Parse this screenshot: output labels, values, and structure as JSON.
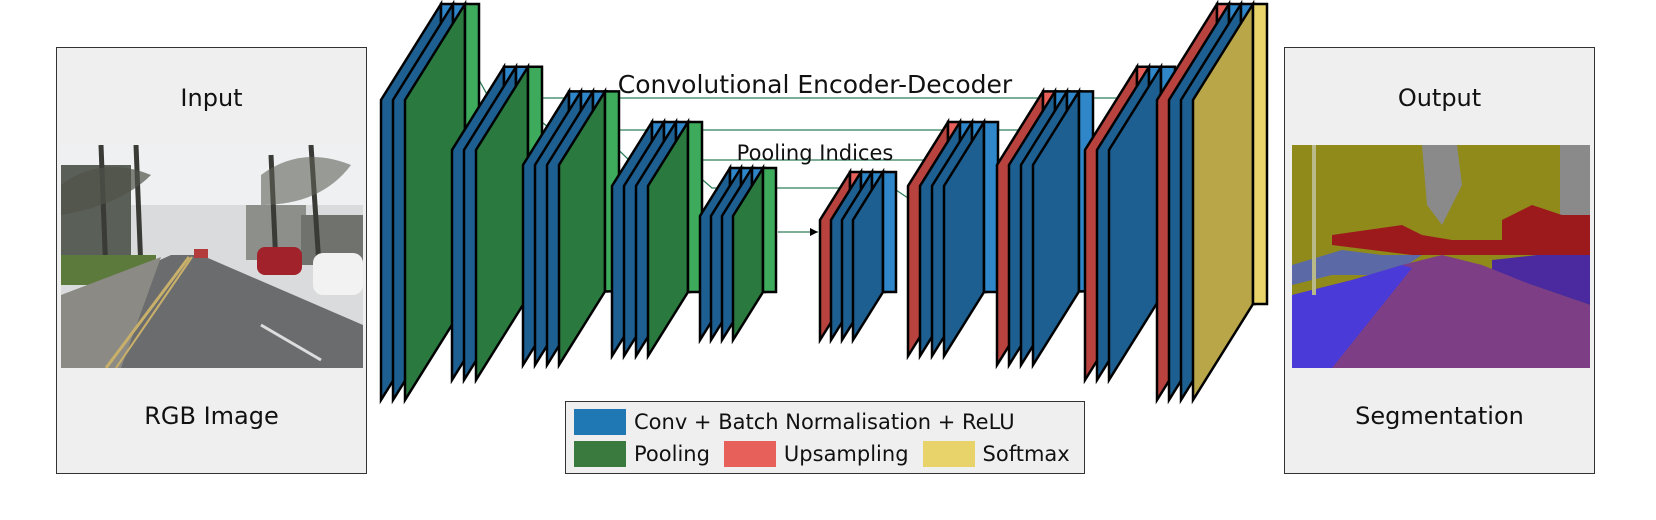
{
  "title": "Convolutional Encoder-Decoder",
  "skip_label": "Pooling Indices",
  "input_panel": {
    "title": "Input",
    "caption": "RGB Image"
  },
  "output_panel": {
    "title": "Output",
    "caption": "Segmentation"
  },
  "legend": [
    {
      "label": "Conv + Batch Normalisation + ReLU",
      "color": "#1f77b4"
    },
    {
      "label": "Pooling",
      "color": "#3b7a3f"
    },
    {
      "label": "Upsampling",
      "color": "#e8605a"
    },
    {
      "label": "Softmax",
      "color": "#e8d36a"
    }
  ],
  "colors": {
    "conv": "#2f86c8",
    "conv_light": "#4aa3d8",
    "pool": "#3daa5c",
    "upsample": "#e8605a",
    "softmax": "#e8d36a",
    "skip_line": "#2e7d5b"
  },
  "encoder_stages": [
    {
      "layers": [
        "conv",
        "conv",
        "pool"
      ]
    },
    {
      "layers": [
        "conv",
        "conv",
        "pool"
      ]
    },
    {
      "layers": [
        "conv",
        "conv",
        "conv",
        "pool"
      ]
    },
    {
      "layers": [
        "conv",
        "conv",
        "conv",
        "pool"
      ]
    },
    {
      "layers": [
        "conv",
        "conv",
        "conv",
        "pool"
      ]
    }
  ],
  "decoder_stages": [
    {
      "layers": [
        "upsample",
        "conv",
        "conv",
        "conv"
      ]
    },
    {
      "layers": [
        "upsample",
        "conv",
        "conv",
        "conv"
      ]
    },
    {
      "layers": [
        "upsample",
        "conv",
        "conv",
        "conv"
      ]
    },
    {
      "layers": [
        "upsample",
        "conv",
        "conv"
      ]
    },
    {
      "layers": [
        "upsample",
        "conv",
        "conv",
        "softmax"
      ]
    }
  ]
}
